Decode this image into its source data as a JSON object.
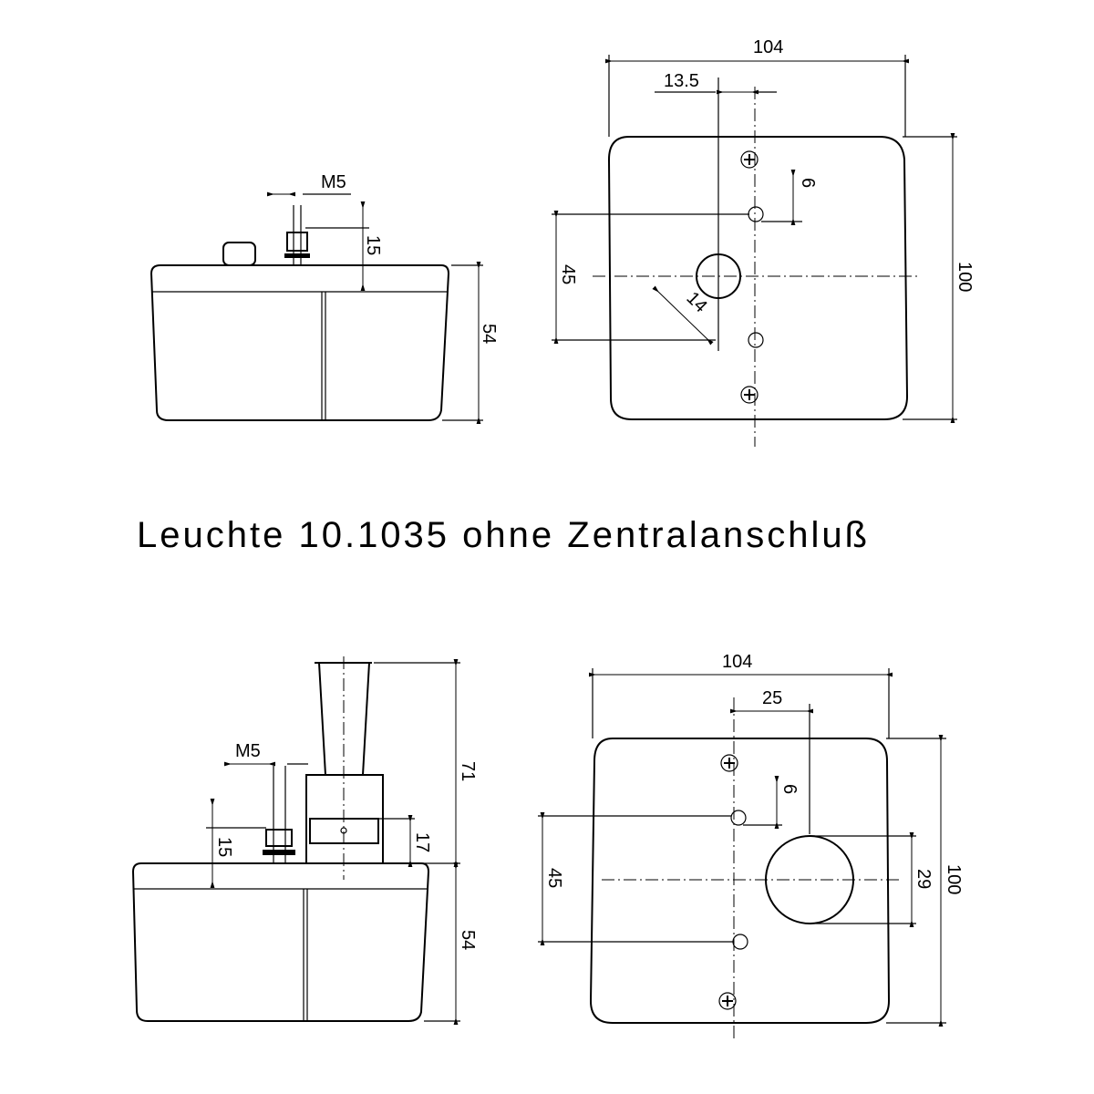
{
  "title": "Leuchte 10.1035 ohne Zentralanschluß",
  "top_side": {
    "thread": "M5",
    "bolt_height": "15",
    "body_height": "54"
  },
  "top_front": {
    "width": "104",
    "offset": "13.5",
    "hole_dia": "6",
    "hole_spacing": "45",
    "cable_hole": "14",
    "height": "100"
  },
  "bottom_side": {
    "thread": "M5",
    "bolt_height": "15",
    "clamp_height": "17",
    "tube_height": "71",
    "body_height": "54"
  },
  "bottom_front": {
    "width": "104",
    "offset": "25",
    "hole_dia": "6",
    "hole_spacing": "45",
    "connector_dia": "29",
    "height": "100"
  }
}
